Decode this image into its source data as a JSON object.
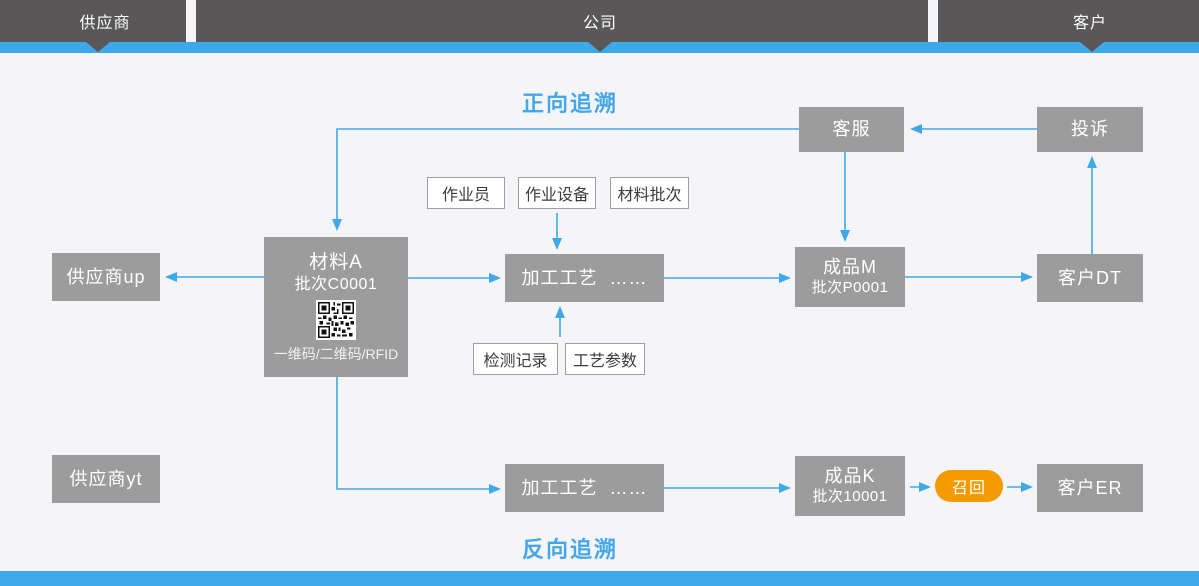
{
  "header": {
    "sections": [
      {
        "label": "供应商"
      },
      {
        "label": "公司"
      },
      {
        "label": "客户"
      }
    ]
  },
  "titles": {
    "forward": "正向追溯",
    "backward": "反向追溯"
  },
  "nodes": {
    "customer_service": {
      "label": "客服"
    },
    "complaint": {
      "label": "投诉"
    },
    "operator_tag": {
      "label": "作业员"
    },
    "equipment_tag": {
      "label": "作业设备"
    },
    "material_batch_tag": {
      "label": "材料批次"
    },
    "material_a": {
      "title": "材料A",
      "subtitle": "批次C0001",
      "footer": "一维码/二维码/RFID"
    },
    "supplier_up": {
      "label": "供应商up"
    },
    "process_top": {
      "label": "加工工艺  ……"
    },
    "product_m": {
      "title": "成品M",
      "subtitle": "批次P0001"
    },
    "customer_dt": {
      "label": "客户DT"
    },
    "inspection_tag": {
      "label": "检测记录"
    },
    "process_params_tag": {
      "label": "工艺参数"
    },
    "supplier_yt": {
      "label": "供应商yt"
    },
    "process_bottom": {
      "label": "加工工艺  ……"
    },
    "product_k": {
      "title": "成品K",
      "subtitle": "批次10001"
    },
    "recall": {
      "label": "召回"
    },
    "customer_er": {
      "label": "客户ER"
    }
  },
  "colors": {
    "accent_blue": "#3fa8e9",
    "header_dark": "#595758",
    "node_gray": "#9c9c9c",
    "recall_orange": "#f39a00",
    "background": "#f5f5f7"
  }
}
